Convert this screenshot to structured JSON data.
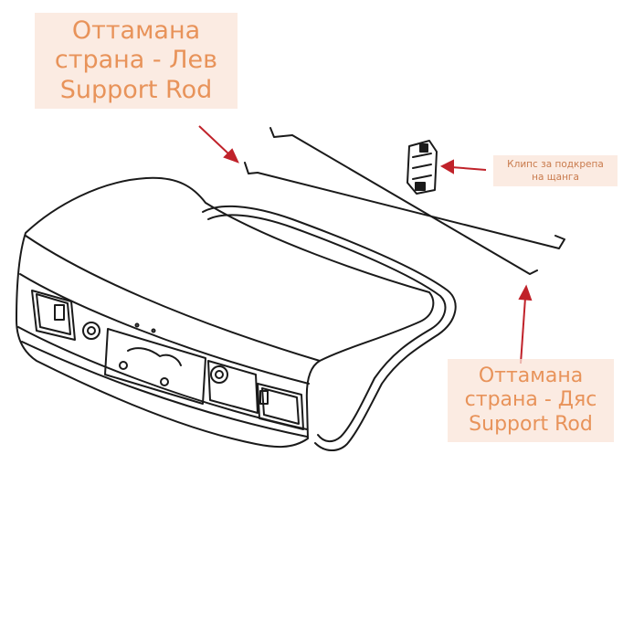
{
  "labels": {
    "left_rod": {
      "lines": [
        "Оттамана",
        "страна - Лев",
        "Support Rod"
      ]
    },
    "right_rod": {
      "lines": [
        "Оттамана",
        "страна - Дяс",
        "Support Rod"
      ]
    },
    "clip": {
      "lines": [
        "Клипс за подкрепа",
        "на щанга"
      ]
    }
  },
  "colors": {
    "label_text": "#e8935a",
    "label_bg": "#fae4d8",
    "arrow": "#c0222a",
    "line_art": "#1a1a1a"
  }
}
